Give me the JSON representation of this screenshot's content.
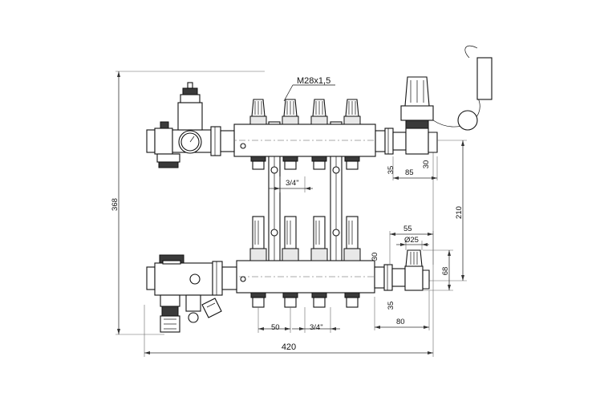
{
  "labels": {
    "thread": "M28x1,5",
    "overall_height": "368",
    "overall_width": "420",
    "port_spacing": "50",
    "port_thread_top": "3/4\"",
    "port_thread_bottom": "3/4\"",
    "top_right_offset": "85",
    "top_right_35": "35",
    "top_right_30": "30",
    "bottom_right_offset": "80",
    "bottom_right_35": "35",
    "bottom_right_30": "30",
    "rail_spacing": "210",
    "valve_width": "55",
    "valve_diameter": "Ø25",
    "valve_height": "68"
  }
}
